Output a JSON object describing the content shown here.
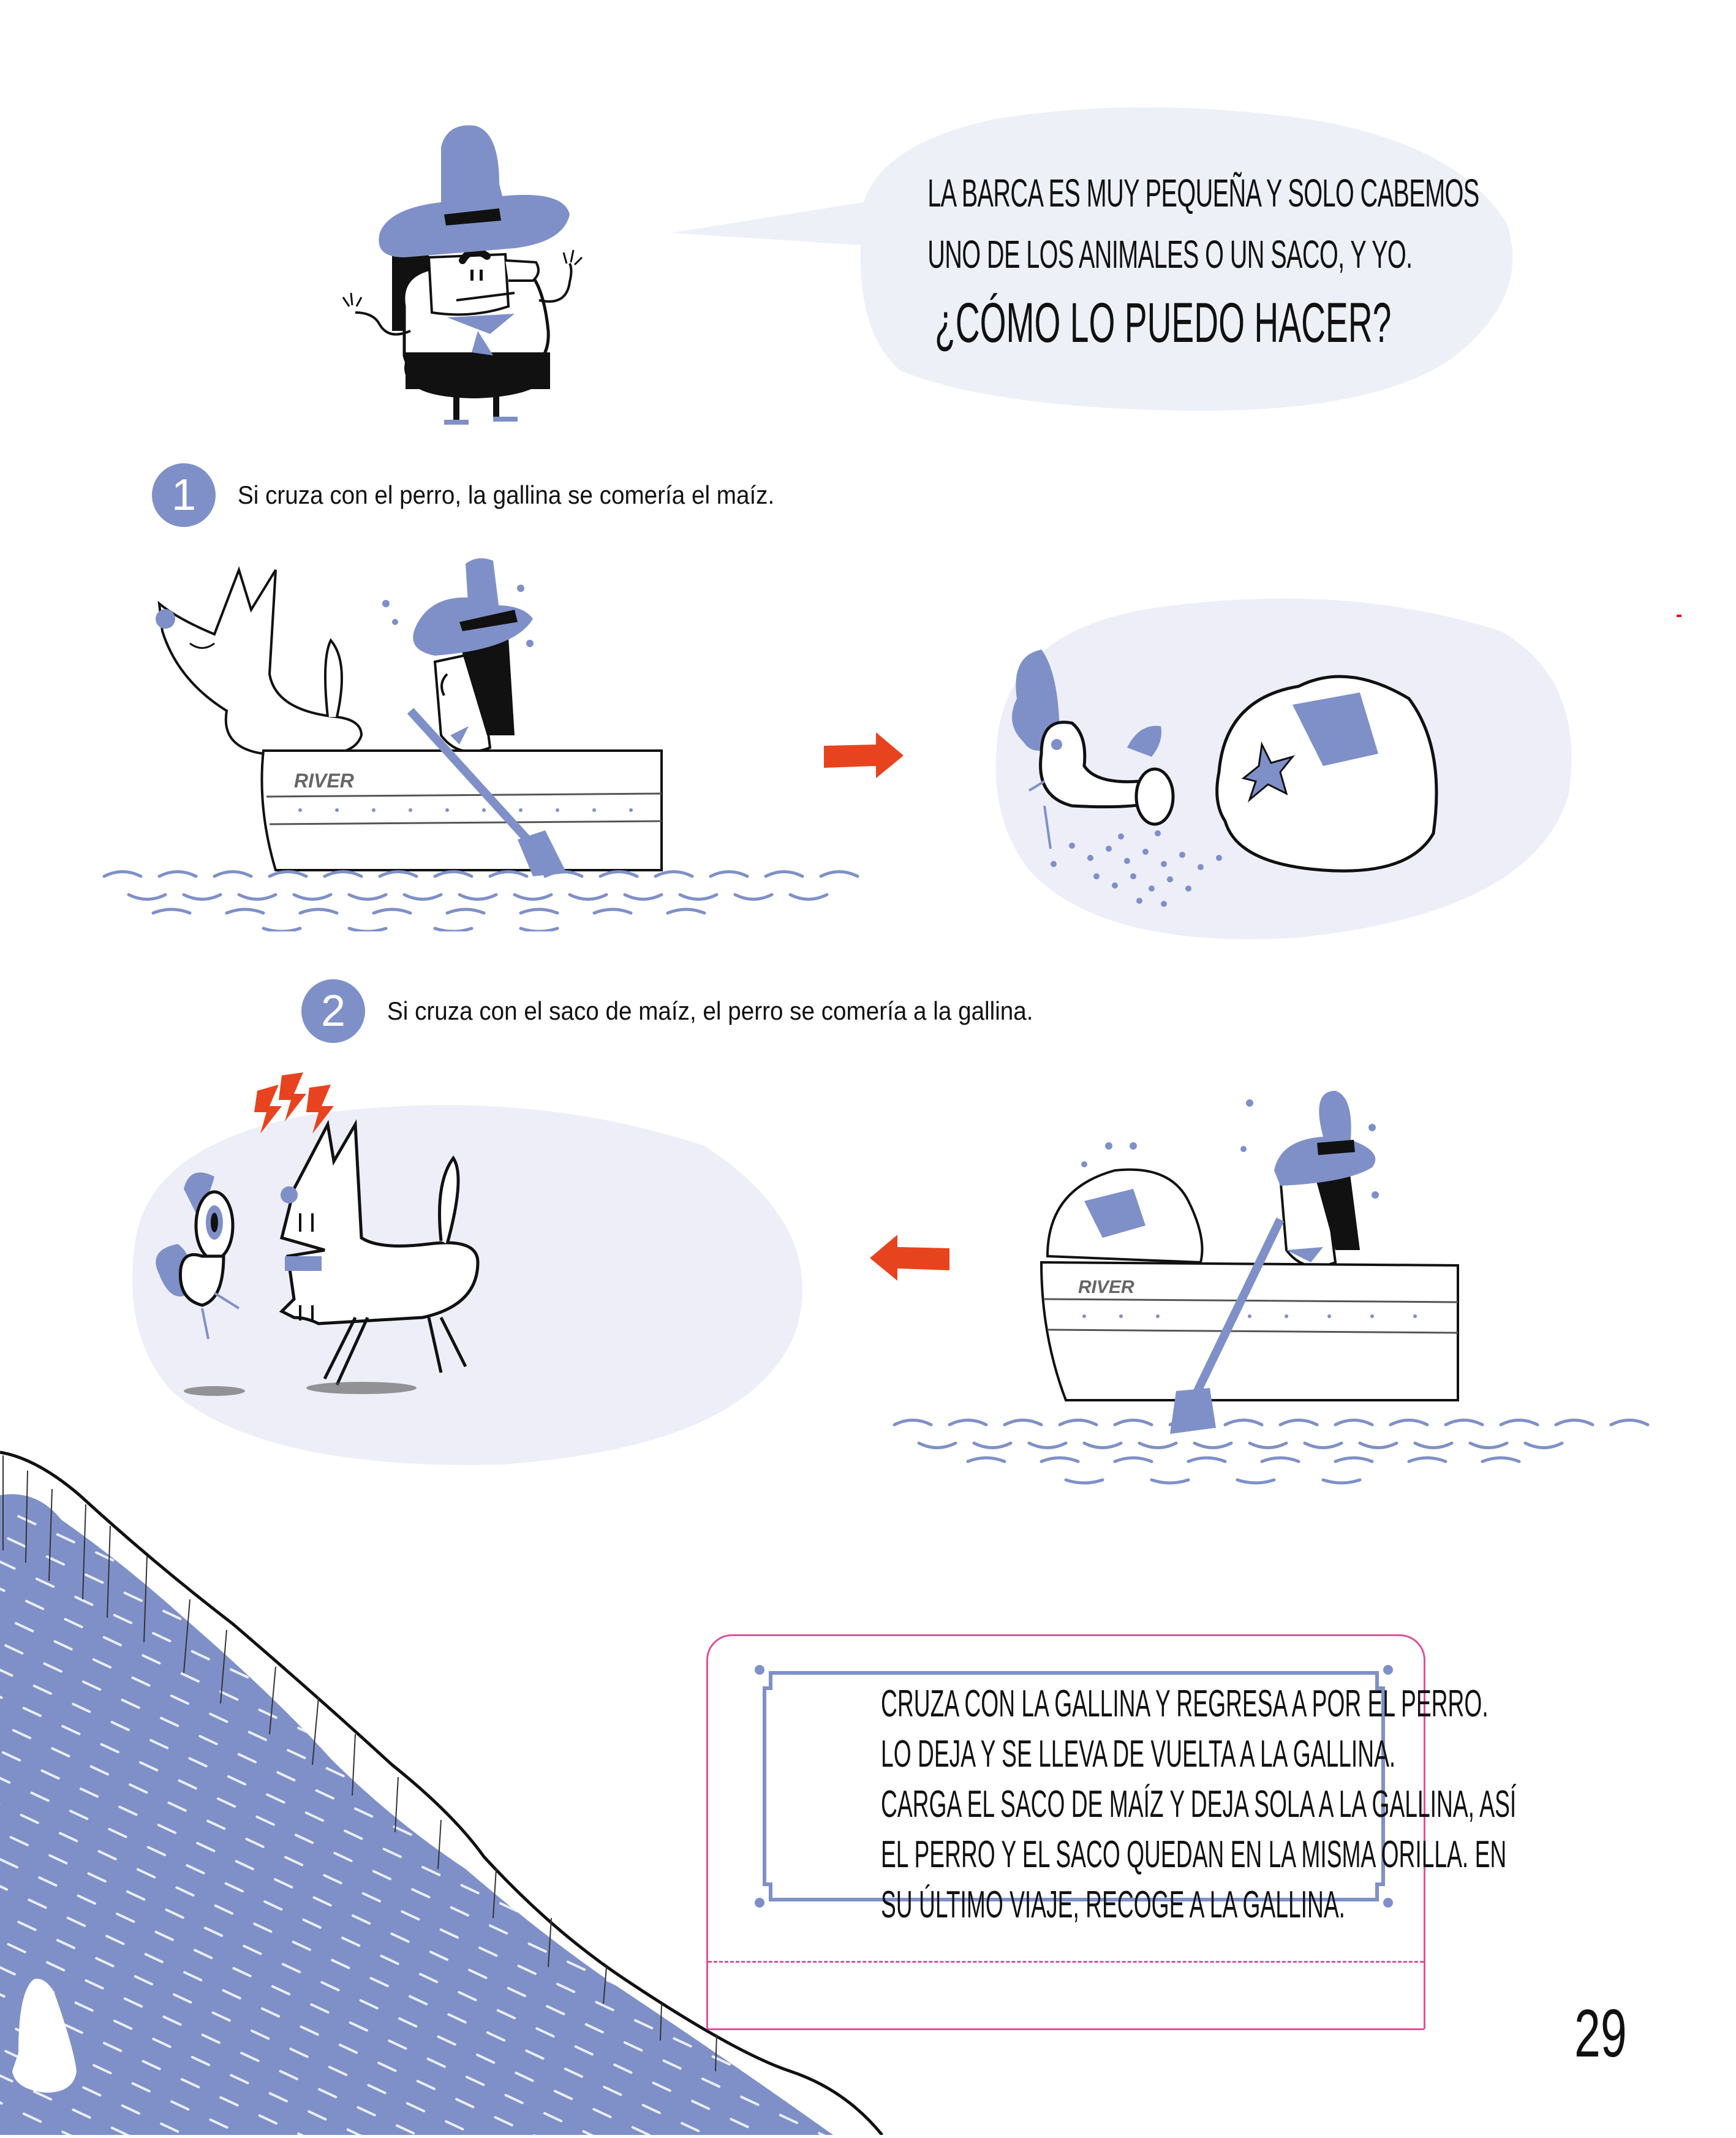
{
  "colors": {
    "accent_blue": "#7F90C8",
    "bubble_fill": "#EEF0F8",
    "blob_fill": "#EDEEF8",
    "arrow_red": "#E8431F",
    "card_border_pink": "#E0509A",
    "ink": "#111111"
  },
  "speech_bubble": {
    "lines": [
      "LA BARCA ES MUY PEQUEÑA Y SOLO CABEMOS",
      "UNO DE LOS ANIMALES O UN SACO, Y YO."
    ],
    "question": "¿CÓMO LO PUEDO HACER?"
  },
  "steps": [
    {
      "number": "1",
      "text": "Si cruza con el perro, la gallina se comería el maíz.",
      "scene_left": {
        "boat_label": "RIVER",
        "description": "farmer rowing boat with dog"
      },
      "arrow_direction": "right",
      "scene_right": {
        "description": "hen pecking maize spilling from sack"
      }
    },
    {
      "number": "2",
      "text": "Si cruza con el saco de maíz, el perro se comería a la gallina.",
      "scene_left": {
        "description": "angry dog chasing frightened hen"
      },
      "arrow_direction": "left",
      "scene_right": {
        "boat_label": "RIVER",
        "description": "farmer rowing boat with sack"
      }
    }
  ],
  "answer_card": {
    "lines": [
      "CRUZA CON LA GALLINA Y REGRESA A POR EL PERRO.",
      "LO DEJA Y SE LLEVA DE VUELTA A LA GALLINA.",
      "CARGA EL SACO DE MAÍZ Y DEJA SOLA A LA GALLINA, ASÍ",
      "EL PERRO Y EL SACO QUEDAN EN LA MISMA ORILLA. EN",
      "SU ÚLTIMO VIAJE, RECOGE A LA GALLINA."
    ]
  },
  "page_number": "29"
}
